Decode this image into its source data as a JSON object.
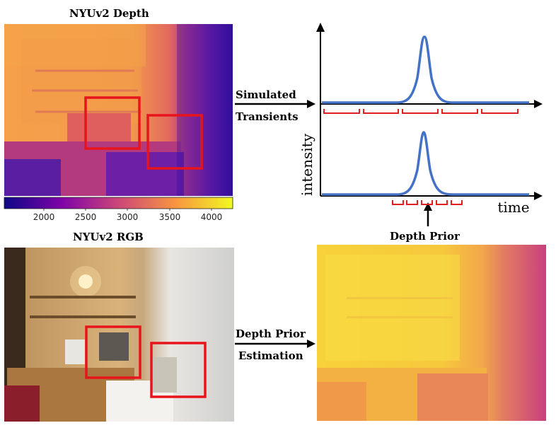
{
  "titles": {
    "depth": "NYUv2 Depth",
    "rgb": "NYUv2 RGB",
    "prior": "Depth Prior"
  },
  "arrows": {
    "simulated_line1": "Simulated",
    "simulated_line2": "Transients",
    "estimation_line1": "Depth Prior",
    "estimation_line2": "Estimation"
  },
  "colorbar": {
    "ticks": [
      "2000",
      "2500",
      "3000",
      "3500",
      "4000"
    ],
    "colormap": "plasma"
  },
  "plot": {
    "ylabel": "intensity",
    "xlabel": "time",
    "line_color": "#4472c4",
    "bracket_color": "#e02020"
  },
  "colors": {
    "highlight_box": "#e8141c"
  }
}
